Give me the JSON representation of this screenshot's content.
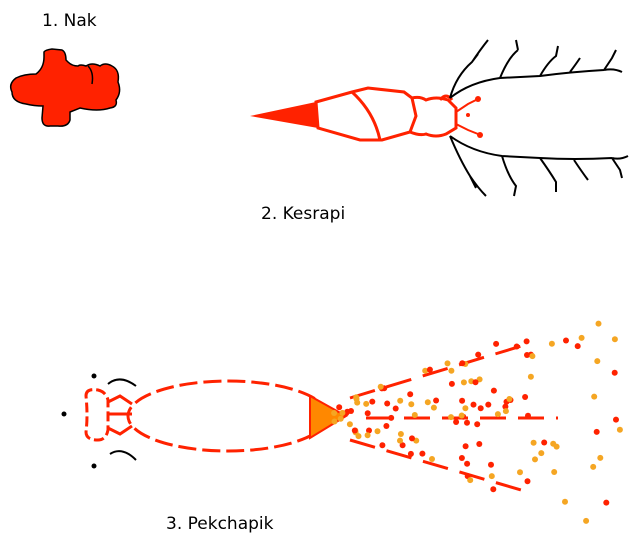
{
  "colors": {
    "red": "#ff2200",
    "orange": "#ff8800",
    "gold": "#f5a623",
    "ink": "#000000"
  },
  "figures": [
    {
      "label": "1. Nak"
    },
    {
      "label": "2. Kesrapi"
    },
    {
      "label": "3. Pekchapik"
    }
  ]
}
